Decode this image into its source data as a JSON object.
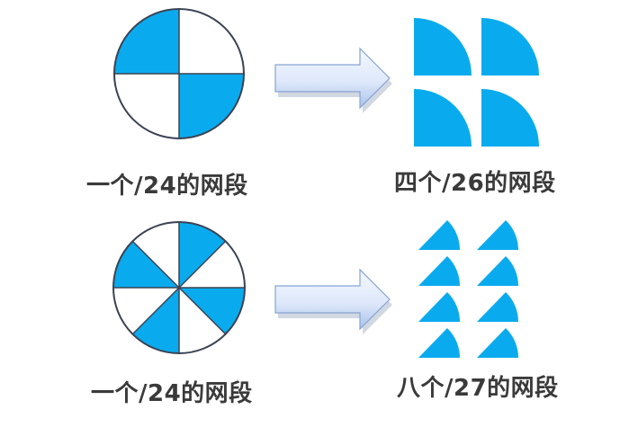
{
  "colors": {
    "fill": "#0aabee",
    "outline": "#3b4354",
    "arrow_light": "#eef4fd",
    "arrow_dark": "#9cb9e6",
    "arrow_border": "#7f9ccc",
    "text": "#3a3a3a"
  },
  "rows": [
    {
      "source_label": "一个/24的网段",
      "source_slices": 4,
      "result_label": "四个/26的网段",
      "result_count": 4
    },
    {
      "source_label": "一个/24的网段",
      "source_slices": 8,
      "result_label": "八个/27的网段",
      "result_count": 8
    }
  ]
}
